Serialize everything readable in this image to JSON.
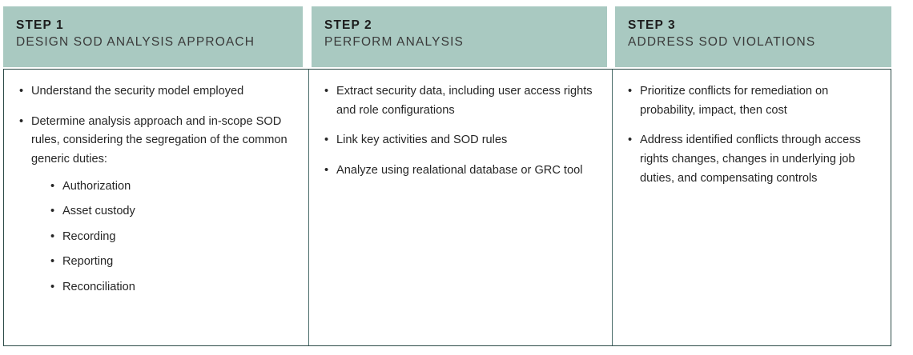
{
  "diagram": {
    "title": "SOD Analysis Three-Step Process Table",
    "colors": {
      "header_background": "#a9c9c1",
      "border": "#2c4a47",
      "divider": "#4a6c6a",
      "body_text": "#262626",
      "step_label_text": "#1d1d1d",
      "step_title_text": "#3a3a3a",
      "page_background": "#ffffff"
    },
    "bullet_glyph": "•",
    "columns": [
      {
        "step_label": "STEP 1",
        "step_title": "DESIGN SOD ANALYSIS APPROACH",
        "items": [
          {
            "text": "Understand the security model employed",
            "subitems": []
          },
          {
            "text": "Determine analysis approach and in-scope SOD rules, considering the segregation of the common generic duties:",
            "subitems": [
              "Authorization",
              "Asset custody",
              "Recording",
              "Reporting",
              "Reconciliation"
            ]
          }
        ]
      },
      {
        "step_label": "STEP 2",
        "step_title": "PERFORM ANALYSIS",
        "items": [
          {
            "text": "Extract security data, including user access rights and role configurations",
            "subitems": []
          },
          {
            "text": "Link key activities and SOD rules",
            "subitems": []
          },
          {
            "text": "Analyze using realational database or GRC tool",
            "subitems": []
          }
        ]
      },
      {
        "step_label": "STEP 3",
        "step_title": "ADDRESS SOD VIOLATIONS",
        "items": [
          {
            "text": "Prioritize conflicts for remediation on probability, impact, then cost",
            "subitems": []
          },
          {
            "text": "Address identified conflicts through access rights changes, changes in underlying job duties, and compensating controls",
            "subitems": []
          }
        ]
      }
    ]
  }
}
